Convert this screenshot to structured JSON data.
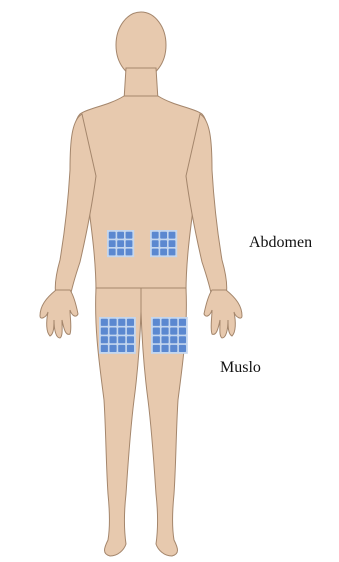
{
  "colors": {
    "skin": "#e7c9ae",
    "skin_outline": "#a4866c",
    "site_fill": "#5b88d0",
    "site_grid": "#c4d6ee",
    "label_text": "#111111"
  },
  "labels": {
    "abdomen": "Abdomen",
    "thigh": "Muslo"
  },
  "injection_sites": [
    {
      "region": "abdomen",
      "side": "right",
      "rows": 3,
      "cols": 3
    },
    {
      "region": "abdomen",
      "side": "left",
      "rows": 3,
      "cols": 3
    },
    {
      "region": "thigh",
      "side": "right",
      "rows": 4,
      "cols": 4
    },
    {
      "region": "thigh",
      "side": "left",
      "rows": 4,
      "cols": 4
    }
  ]
}
